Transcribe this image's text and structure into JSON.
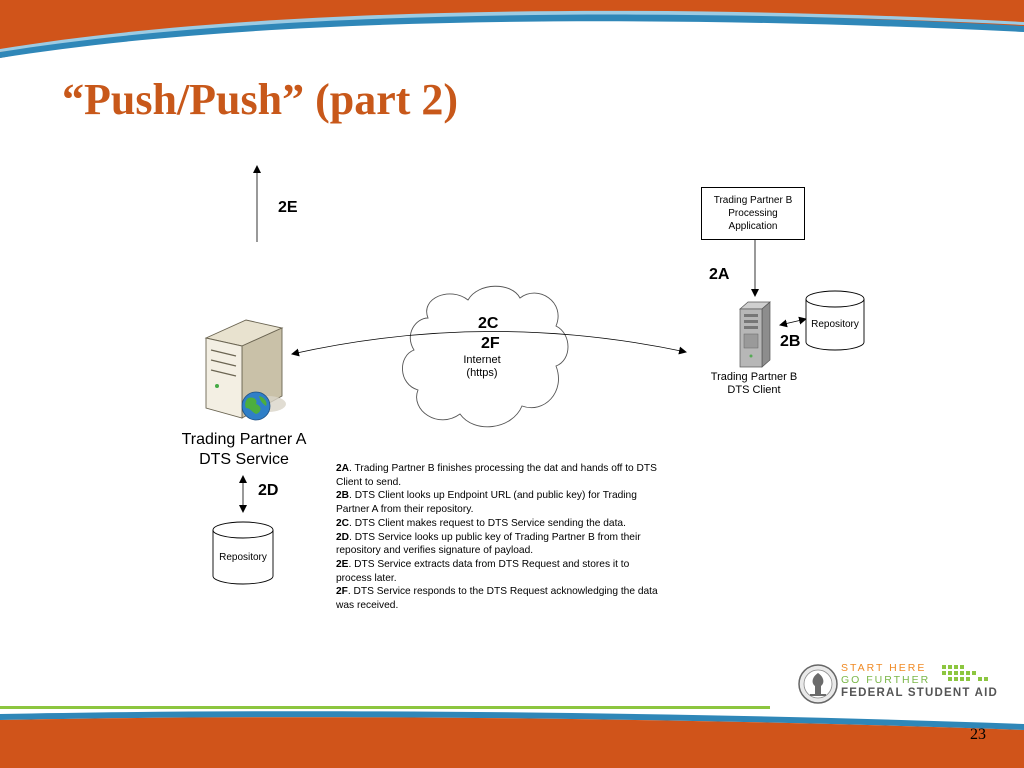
{
  "slide": {
    "title": "“Push/Push” (part 2)",
    "page_number": "23"
  },
  "colors": {
    "banner_orange": "#d0541a",
    "banner_blue": "#2f87b8",
    "title_orange": "#c8581a",
    "footer_green": "#8cc63f"
  },
  "diagram": {
    "step_2e": "2E",
    "step_2a": "2A",
    "step_2b": "2B",
    "step_2c": "2C",
    "step_2f": "2F",
    "step_2d": "2D",
    "internet_label_line1": "Internet",
    "internet_label_line2": "(https)",
    "tpb_app_line1": "Trading Partner B",
    "tpb_app_line2": "Processing",
    "tpb_app_line3": "Application",
    "tpb_client_line1": "Trading Partner B",
    "tpb_client_line2": "DTS Client",
    "tpa_line1": "Trading Partner A",
    "tpa_line2": "DTS Service",
    "repository_right": "Repository",
    "repository_left": "Repository"
  },
  "notes": [
    {
      "key": "2A",
      "text": ".  Trading Partner B finishes processing the dat and hands off to DTS Client to send."
    },
    {
      "key": "2B",
      "text": ".  DTS Client looks up Endpoint URL (and public key) for Trading Partner A from their repository."
    },
    {
      "key": "2C",
      "text": ".  DTS Client makes request to DTS Service sending the data."
    },
    {
      "key": "2D",
      "text": ".  DTS Service looks up public key of Trading Partner B from their repository and verifies signature of payload."
    },
    {
      "key": "2E",
      "text": ".  DTS Service extracts data from DTS Request and stores it to process later."
    },
    {
      "key": "2F",
      "text": ".  DTS Service responds to the DTS Request acknowledging the data was received."
    }
  ],
  "logo": {
    "line1": "START HERE",
    "line2": "GO FURTHER",
    "line3": "FEDERAL STUDENT AID",
    "icon": "department-of-education-seal-icon"
  }
}
